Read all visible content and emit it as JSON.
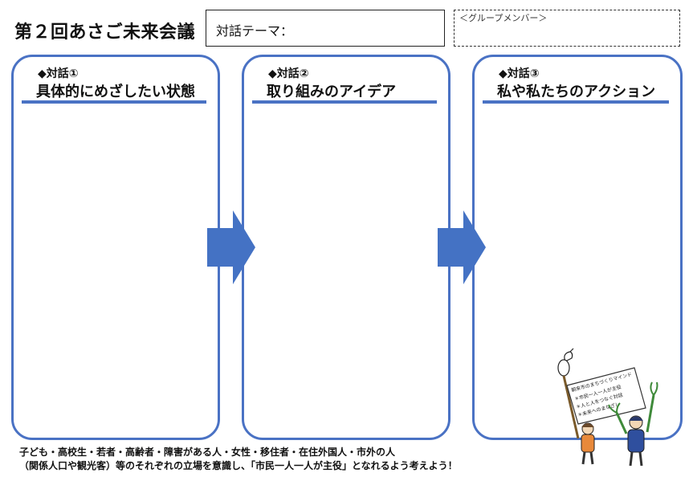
{
  "header": {
    "title": "第２回あさご未来会議",
    "theme_label": "対話テーマ：",
    "members_label": "＜グループメンバー＞"
  },
  "panels": [
    {
      "number": "◆対話①",
      "heading": "具体的にめざしたい状態"
    },
    {
      "number": "◆対話②",
      "heading": "取り組みのアイデア"
    },
    {
      "number": "◆対話③",
      "heading": "私や私たちのアクション"
    }
  ],
  "footer": {
    "line1": "子ども・高校生・若者・高齢者・障害がある人・女性・移住者・在住外国人・市外の人",
    "line2": "（関係人口や観光客）等のそれぞれの立場を意識し、「市民一人一人が主役」となれるよう考えよう！"
  },
  "illustration": {
    "flag_title": "朝来市のまちづくりマインド",
    "flag_items": [
      "＊市民一人一人が主役",
      "＊人と人をつなぐ対話",
      "＊未来へのまなざし"
    ]
  },
  "colors": {
    "accent": "#4a72c4",
    "arrow": "#4472c4"
  },
  "icons": [
    "arrow-right-icon",
    "people-with-flag-illustration"
  ]
}
